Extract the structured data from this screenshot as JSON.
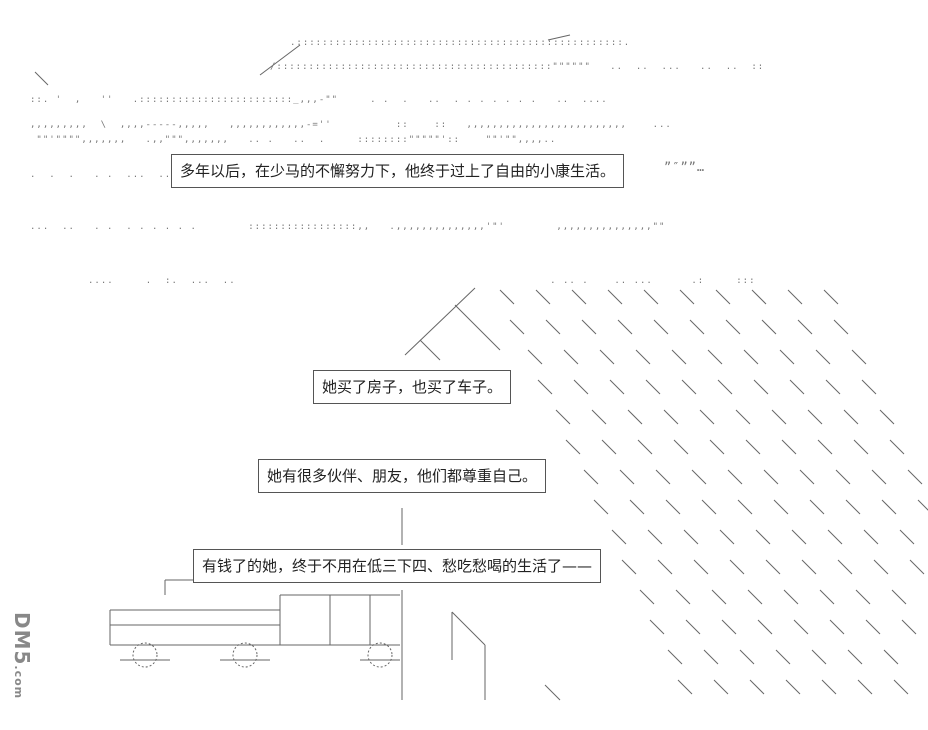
{
  "captions": [
    "多年以后，在少马的不懈努力下，他终于过上了自由的小康生活。",
    "她买了房子，也买了车子。",
    "她有很多伙伴、朋友，他们都尊重自己。",
    "有钱了的她，终于不用在低三下四、愁吃愁喝的生活了——"
  ],
  "trailing_ellipsis": "”″””…",
  "watermark": {
    "main": "DM5",
    "suffix": ".com"
  }
}
